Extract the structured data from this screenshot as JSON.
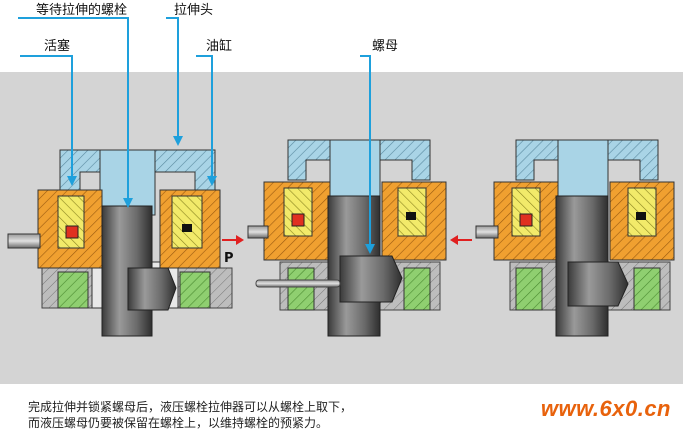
{
  "labels": {
    "bolt": "等待拉伸的螺栓",
    "piston": "活塞",
    "puller_head": "拉伸头",
    "cylinder": "油缸",
    "nut": "螺母",
    "pressure": "P"
  },
  "caption": {
    "line1": "完成拉伸并锁紧螺母后，液压螺栓拉伸器可以从螺栓上取下，",
    "line2": "而液压螺母仍要被保留在螺栓上，以维持螺栓的预紧力。"
  },
  "watermark": "www.6x0.cn",
  "colors": {
    "background": "#d4d4d4",
    "head": "#a9d4e6",
    "cylinder": "#f0a030",
    "piston": "#f2ea6a",
    "bolt": "#757575",
    "seal": "#e03020",
    "base": "#8fcf70",
    "leader": "#1ea0dc",
    "arrow": "#e02020"
  }
}
